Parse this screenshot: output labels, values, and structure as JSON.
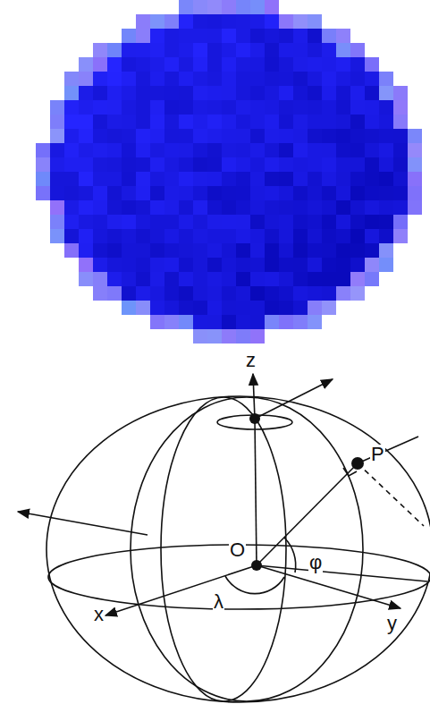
{
  "diagram": {
    "labels": [
      "z",
      "P",
      "O",
      "φ",
      "λ",
      "x",
      "y"
    ]
  }
}
